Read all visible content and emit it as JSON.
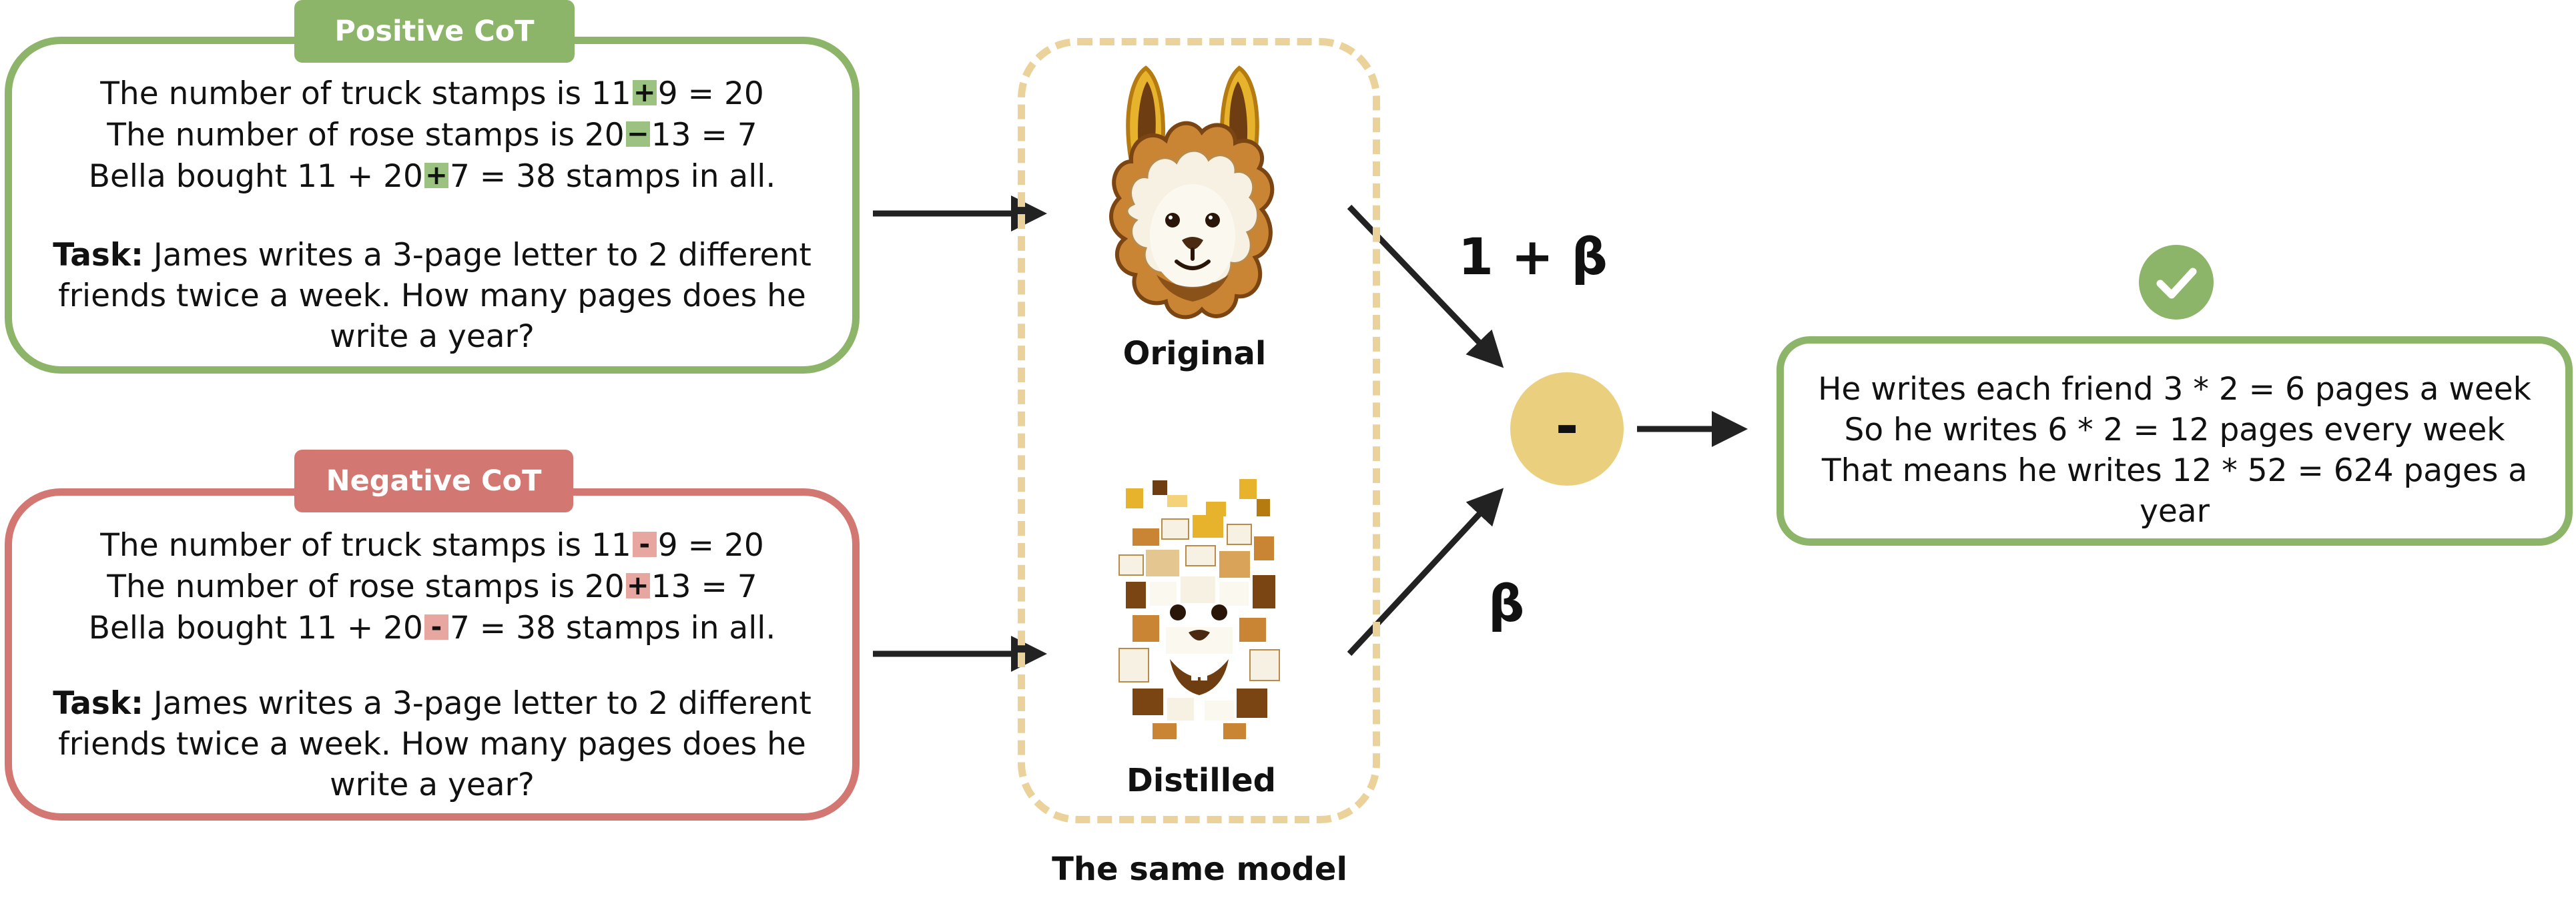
{
  "positive": {
    "label": "Positive CoT",
    "lines": [
      [
        "The number of truck stamps is 11",
        "+",
        "9 = 20"
      ],
      [
        "The number of rose stamps is 20",
        "−",
        "13 = 7"
      ],
      [
        "Bella bought 11 + 20",
        "+",
        "7 = 38 stamps in all."
      ]
    ]
  },
  "negative": {
    "label": "Negative CoT",
    "lines": [
      [
        "The number of truck stamps is 11",
        "-",
        "9 = 20"
      ],
      [
        "The number of rose stamps is 20",
        "+",
        "13 = 7"
      ],
      [
        "Bella bought 11 + 20",
        "-",
        "7 = 38 stamps in all."
      ]
    ]
  },
  "task": {
    "label": "Task:",
    "line1": "James writes a 3-page letter to 2 different",
    "line2": "friends twice a week. How many pages does he",
    "line3": "write a year?"
  },
  "model": {
    "original_label": "Original",
    "distilled_label": "Distilled",
    "container_caption": "The same model"
  },
  "operators": {
    "top_coef": "1 + β",
    "bottom_coef": "β",
    "combine": "-"
  },
  "result": {
    "lines": [
      "He writes each friend 3 * 2 = 6 pages a week",
      "So he writes 6 * 2 = 12 pages every week",
      "That means he writes 12 * 52 = 624 pages a",
      "year"
    ]
  },
  "colors": {
    "positive": "#8db569",
    "negative": "#d27771",
    "dashed_border": "#ead29a",
    "minus_circle": "#ead07e",
    "arrow": "#222222"
  }
}
